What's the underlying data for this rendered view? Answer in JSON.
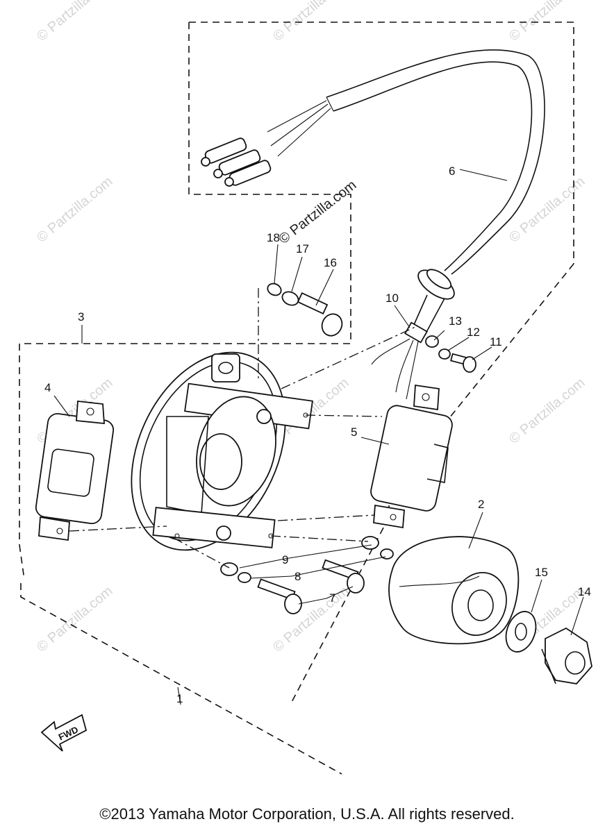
{
  "watermarks": {
    "faint": "© Partzilla.com",
    "main": "© Partzilla.com"
  },
  "callouts": {
    "c1": "1",
    "c2": "2",
    "c3": "3",
    "c4": "4",
    "c5": "5",
    "c6": "6",
    "c7": "7",
    "c8": "8",
    "c9": "9",
    "c10": "10",
    "c11": "11",
    "c12": "12",
    "c13": "13",
    "c14": "14",
    "c15": "15",
    "c16": "16",
    "c17": "17",
    "c18": "18"
  },
  "fwd_label": "FWD",
  "copyright": "©2013  Yamaha Motor Corporation, U.S.A. All rights reserved."
}
